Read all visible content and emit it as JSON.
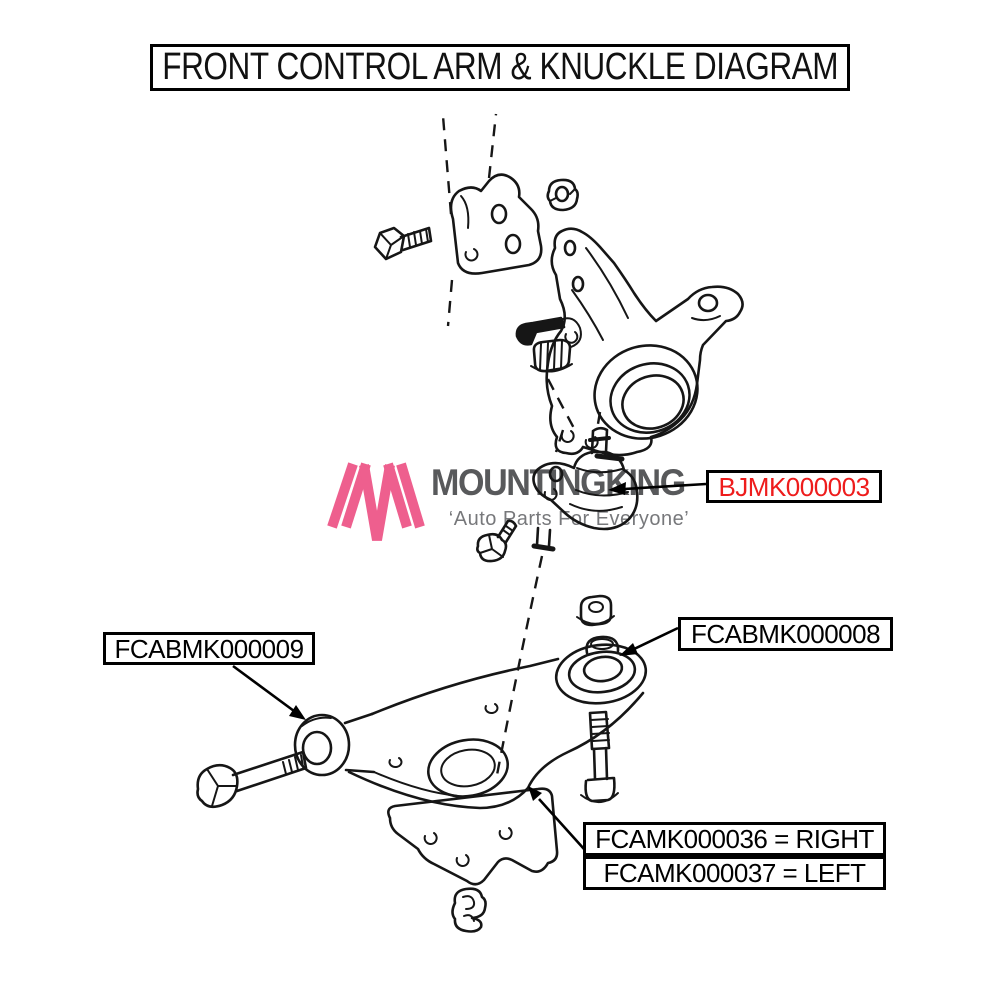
{
  "title": {
    "text": "FRONT CONTROL ARM & KNUCKLE DIAGRAM"
  },
  "watermark": {
    "brand": "MOUNTINGKING",
    "tagline": "‘Auto Parts For Everyone’",
    "brand_color": "#58595b",
    "tagline_color": "#77787b",
    "logo_mark_color": "#ee5f8e"
  },
  "labels": [
    {
      "id": "bjmk000003",
      "text": "BJMK000003",
      "color": "#ee1c1c"
    },
    {
      "id": "fcabmk000008",
      "text": "FCABMK000008",
      "color": "#000000"
    },
    {
      "id": "fcabmk000009",
      "text": "FCABMK000009",
      "color": "#000000"
    },
    {
      "id": "fcamk000036",
      "text": "FCAMK000036 = RIGHT",
      "color": "#000000"
    },
    {
      "id": "fcamk000037",
      "text": "FCAMK000037 = LEFT",
      "color": "#000000"
    }
  ],
  "diagram": {
    "line_color": "#161616",
    "parts": [
      "strut-bracket",
      "strut-pinch-bolt",
      "strut-flange-nut",
      "steering-knuckle",
      "knuckle-set-bolt",
      "knuckle-flange-nut",
      "ball-joint",
      "ball-joint-bolt",
      "control-arm",
      "front-bushing",
      "rear-bushing",
      "front-bushing-bolt",
      "rear-vertical-bolt",
      "arm-stud-nut",
      "ball-joint-stud-nut"
    ]
  }
}
